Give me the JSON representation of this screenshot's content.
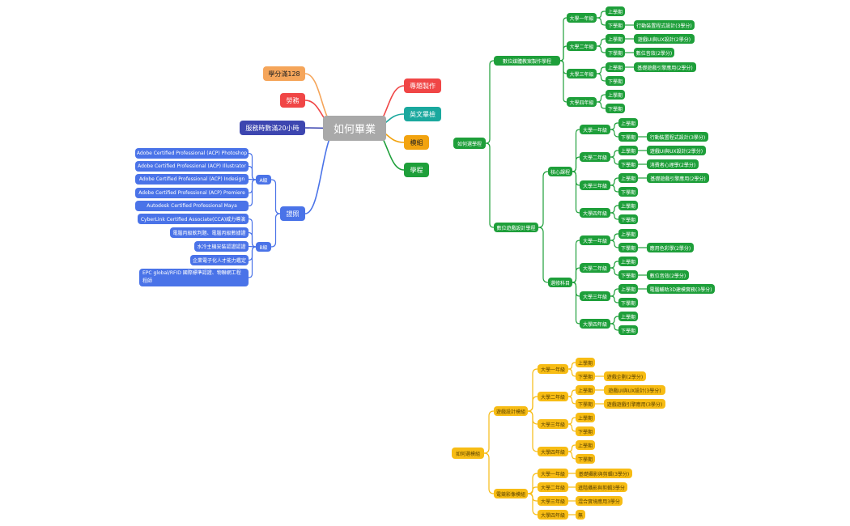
{
  "root": "如何畢業",
  "left_branches": {
    "credits": "學分滿128",
    "labor": "勞務",
    "service": "服務時數滿20小時",
    "cert": "證照"
  },
  "cert_groups": {
    "a": "A級",
    "b": "B級"
  },
  "cert_a_items": [
    "Adobe Certified Professional (ACP)  Photoshop",
    "Adobe Certified Professional (ACP) Illustrator",
    "Adobe Certified Professional (ACP) Indesign",
    "Adobe Certified Professional (ACP) Premiere",
    "Autodesk Certified Professional Maya"
  ],
  "cert_b_items": [
    "CyberLink Certified Associate(CCA)威力導演",
    "電腦丙級軟判題、電腦丙級數據證",
    "水冷主機安裝認證認證",
    "企業電子化人才能力鑑定",
    "EPC global/RFID 國際標準認證、物聯網工程程師"
  ],
  "right_branches": {
    "project": "專題製作",
    "english": "英文畢檢",
    "module": "模組",
    "program": "學程"
  },
  "program": {
    "label": "如何選學程",
    "digital": {
      "label": "數位媒體教案製作學程",
      "years": [
        "大學一年級",
        "大學二年級",
        "大學三年級",
        "大學四年級"
      ],
      "sems": [
        "上學期",
        "下學期"
      ],
      "courses": [
        "行動裝置程式設計(3學分)",
        "遊戲UI與UX設計(2學分)",
        "數位音效(2學分)",
        "基礎遊戲引擎應用(2學分)"
      ]
    },
    "game": {
      "label": "數位遊戲設計學程",
      "core": {
        "label": "核心課程",
        "years": [
          "大學一年級",
          "大學二年級",
          "大學三年級",
          "大學四年級"
        ],
        "sems": [
          "上學期",
          "下學期"
        ],
        "courses": [
          "行動裝置程式設計(3學分)",
          "遊戲UI與UX設計(2學分)",
          "消費者心理學(2學分)",
          "基礎遊戲引擎應用(2學分)"
        ]
      },
      "elective": {
        "label": "選修科目",
        "years": [
          "大學一年級",
          "大學二年級",
          "大學三年級",
          "大學四年級"
        ],
        "sems": [
          "上學期",
          "下學期"
        ],
        "courses": [
          "應用色彩學(2學分)",
          "數位音效(2學分)",
          "電腦輔助3D建模實務(3學分)"
        ]
      }
    }
  },
  "module": {
    "label": "如何選模組",
    "game_design": {
      "label": "遊戲設計模組",
      "years": [
        "大學一年級",
        "大學二年級",
        "大學三年級",
        "大學四年級"
      ],
      "sems": [
        "上學期",
        "下學期"
      ],
      "courses": [
        "遊戲企劃(2學分)",
        "遊戲UI與UX設計(3學分)",
        "遊戲遊戲引擎應用(3學分)"
      ]
    },
    "film": {
      "label": "電競影像模組",
      "years": [
        "大學一年級",
        "大學二年級",
        "大學三年級",
        "大學四年級"
      ],
      "courses": [
        "基礎攝影與剪輯(3學分)",
        "進階攝影與剪輯3學分",
        "混合實境應用3學分",
        "無"
      ]
    }
  },
  "colors": {
    "root": "#a9a9a9",
    "credits": "#f5a55a",
    "labor": "#f04646",
    "service": "#3d46b0",
    "cert": "#4a73e8",
    "project": "#f04646",
    "english": "#1aa89e",
    "module": "#f2a30f",
    "program": "#1e9f3a",
    "green": "#1e9f3a",
    "yellow": "#f7bc14",
    "blue": "#4a73e8"
  }
}
